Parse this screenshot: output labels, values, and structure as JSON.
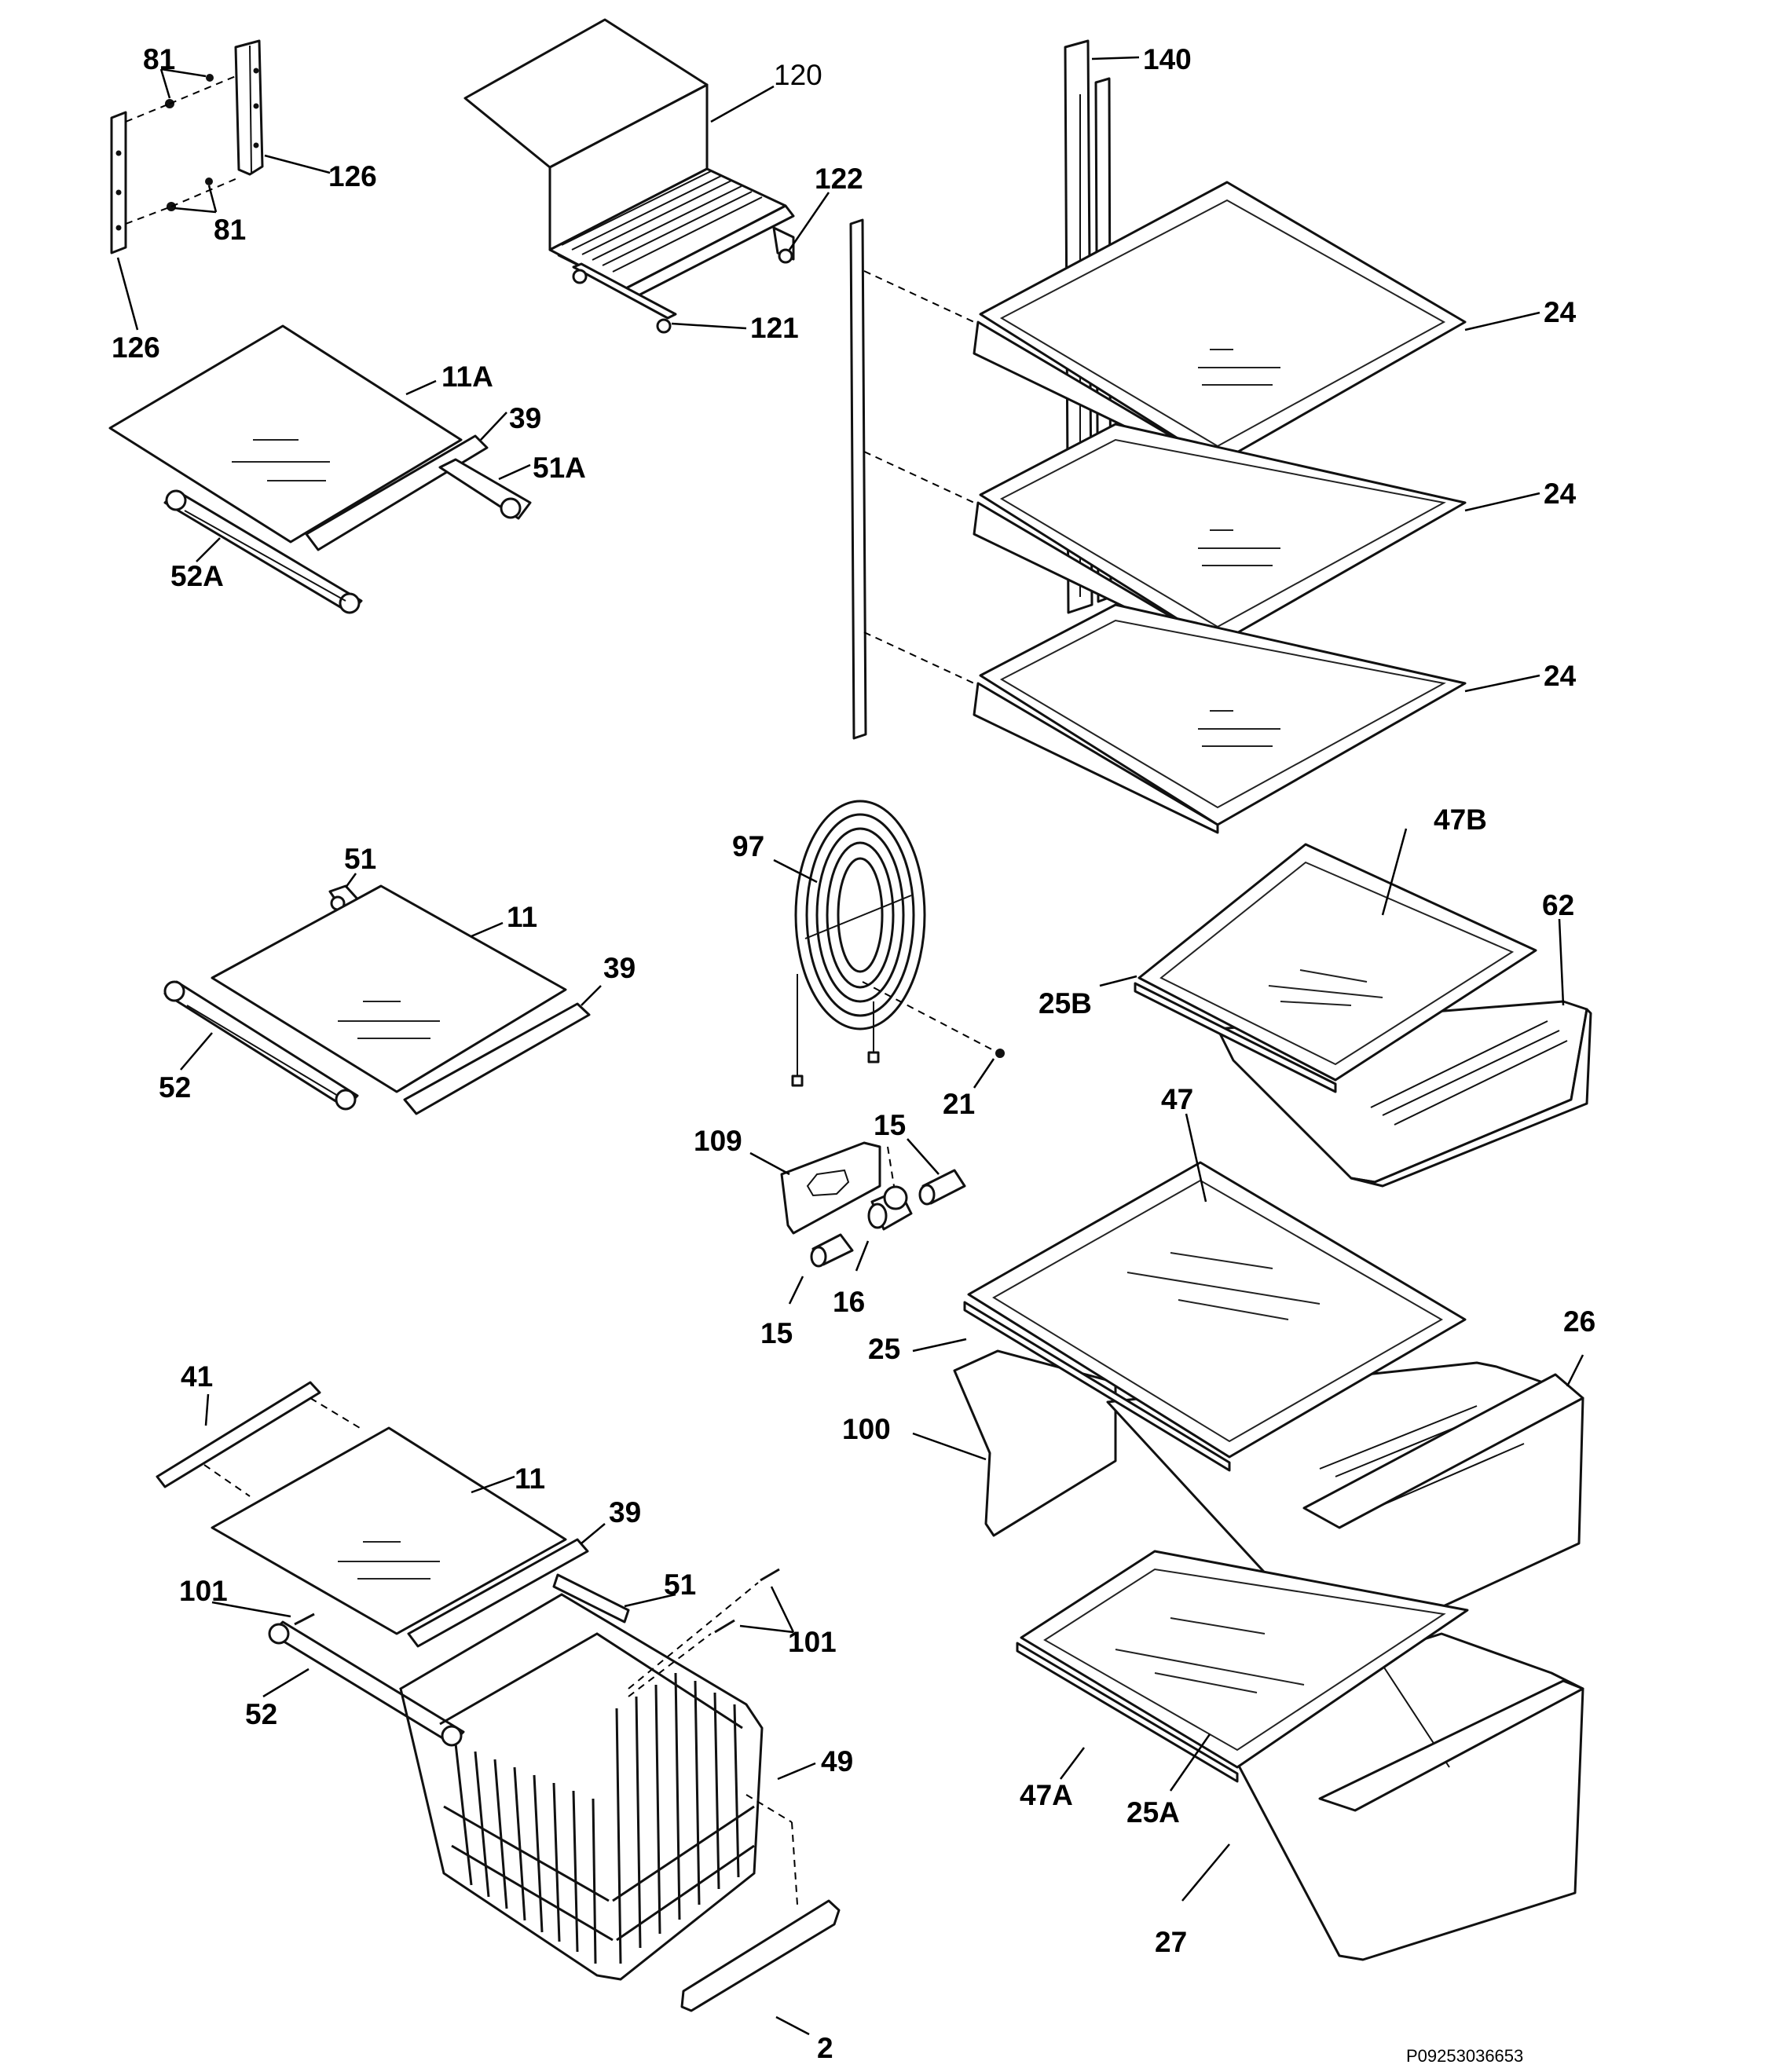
{
  "drawing_code": "P09253036653",
  "callouts": {
    "c81a": "81",
    "c81b": "81",
    "c126a": "126",
    "c126b": "126",
    "c120": "120",
    "c122": "122",
    "c121": "121",
    "c140": "140",
    "c11A": "11A",
    "c39a": "39",
    "c51A": "51A",
    "c52A": "52A",
    "c24a": "24",
    "c24b": "24",
    "c24c": "24",
    "c51a": "51",
    "c11a": "11",
    "c39b": "39",
    "c52a": "52",
    "c97": "97",
    "c21": "21",
    "c47B": "47B",
    "c62": "62",
    "c25B": "25B",
    "c109": "109",
    "c15a": "15",
    "c15b": "15",
    "c16": "16",
    "c47": "47",
    "c25": "25",
    "c26": "26",
    "c100": "100",
    "c41": "41",
    "c11b": "11",
    "c39c": "39",
    "c101a": "101",
    "c51b": "51",
    "c101b": "101",
    "c52b": "52",
    "c49": "49",
    "c47A": "47A",
    "c25A": "25A",
    "c27": "27",
    "c2": "2"
  }
}
